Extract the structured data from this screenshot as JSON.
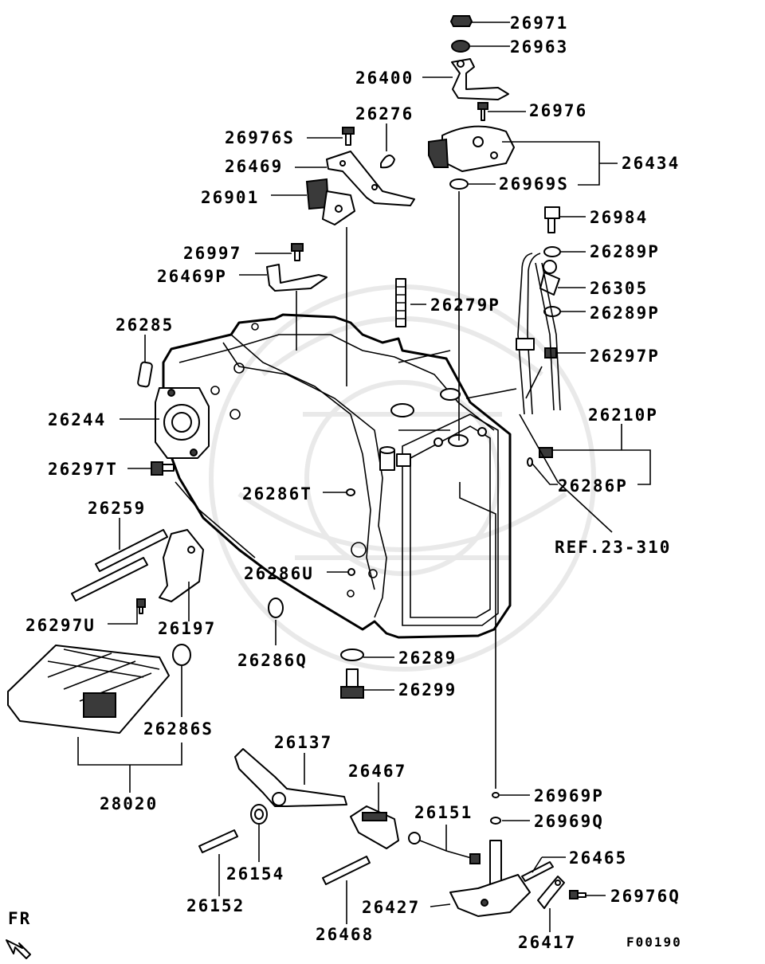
{
  "diagram": {
    "figure_code": "F00190",
    "direction_marker": "FR",
    "reference": "REF.23-310",
    "parts": {
      "p26971": "26971",
      "p26963": "26963",
      "p26400": "26400",
      "p26976": "26976",
      "p26276": "26276",
      "p26976S": "26976S",
      "p26434": "26434",
      "p26469": "26469",
      "p26969S": "26969S",
      "p26901": "26901",
      "p26984": "26984",
      "p26997": "26997",
      "p26289P_a": "26289P",
      "p26469P": "26469P",
      "p26305": "26305",
      "p26279P": "26279P",
      "p26285": "26285",
      "p26289P_b": "26289P",
      "p26297P": "26297P",
      "p26244": "26244",
      "p26210P": "26210P",
      "p26297T": "26297T",
      "p26286T": "26286T",
      "p26286P": "26286P",
      "p26259": "26259",
      "p26286U": "26286U",
      "p26297U": "26297U",
      "p26197": "26197",
      "p26286Q": "26286Q",
      "p26289": "26289",
      "p26299": "26299",
      "p26286S": "26286S",
      "p26137": "26137",
      "p28020": "28020",
      "p26467": "26467",
      "p26969P": "26969P",
      "p26151": "26151",
      "p26969Q": "26969Q",
      "p26465": "26465",
      "p26154": "26154",
      "p26976Q": "26976Q",
      "p26152": "26152",
      "p26427": "26427",
      "p26468": "26468",
      "p26417": "26417"
    }
  }
}
